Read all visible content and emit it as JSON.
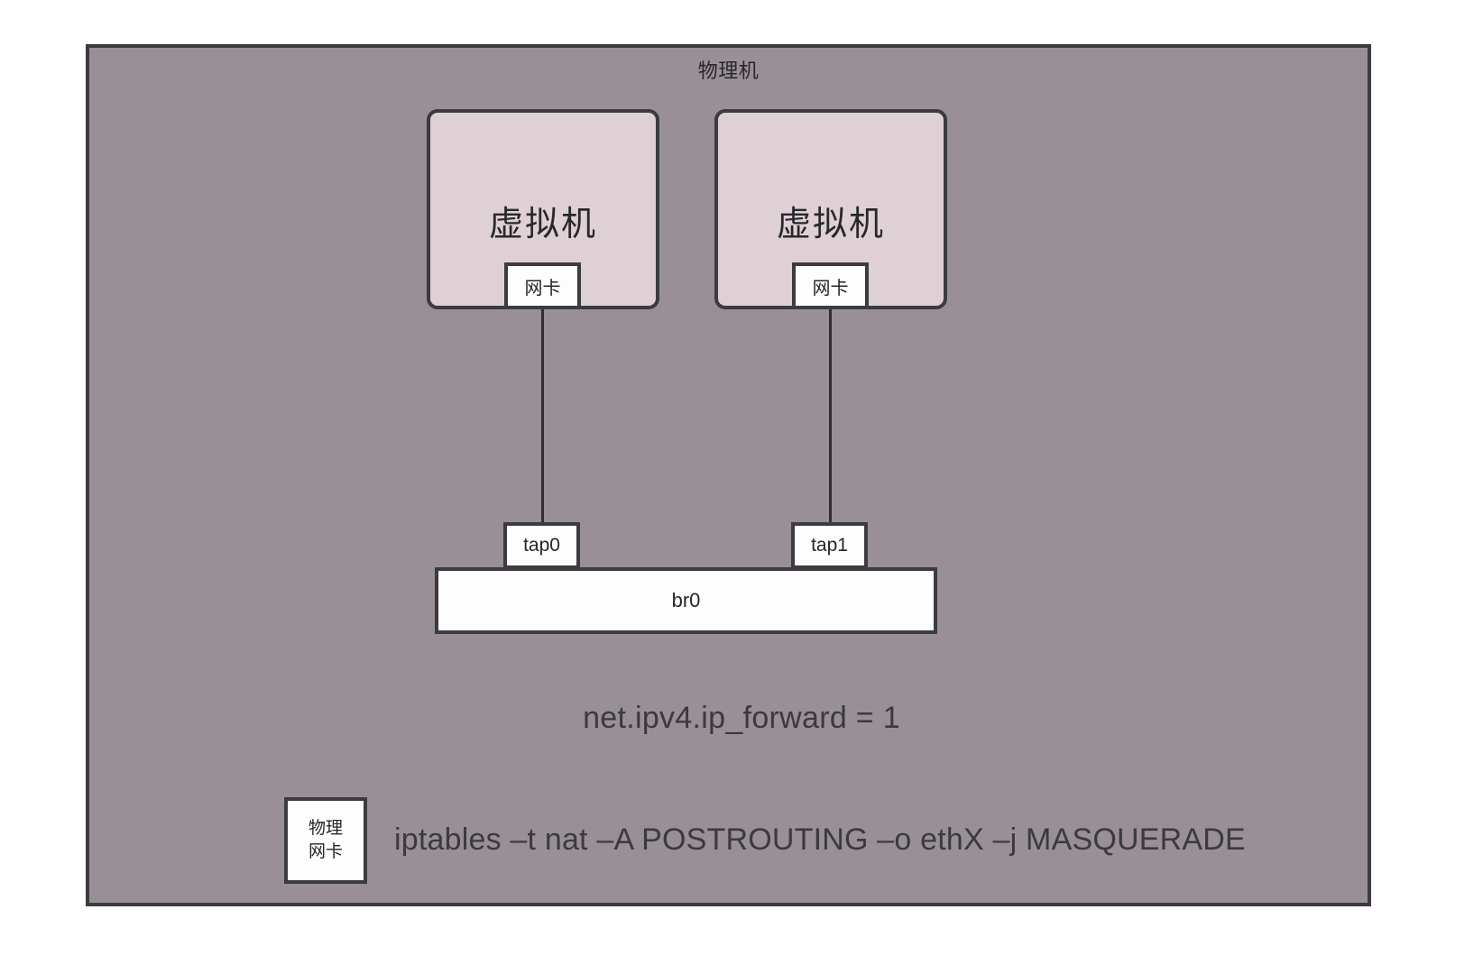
{
  "diagram": {
    "host": {
      "title": "物理机",
      "background_color": "#998f96",
      "border_color": "#3b3b40"
    },
    "vms": [
      {
        "label": "虚拟机",
        "nic_label": "网卡",
        "tap_label": "tap0",
        "fill_color": "#ded0d5"
      },
      {
        "label": "虚拟机",
        "nic_label": "网卡",
        "tap_label": "tap1",
        "fill_color": "#ded0d5"
      }
    ],
    "bridge": {
      "label": "br0",
      "fill_color": "#fdfdfd"
    },
    "sysctl": {
      "text": "net.ipv4.ip_forward = 1"
    },
    "physical_nic": {
      "line1": "物理",
      "line2": "网卡"
    },
    "command": {
      "text": "iptables –t nat –A POSTROUTING –o ethX –j MASQUERADE"
    }
  }
}
